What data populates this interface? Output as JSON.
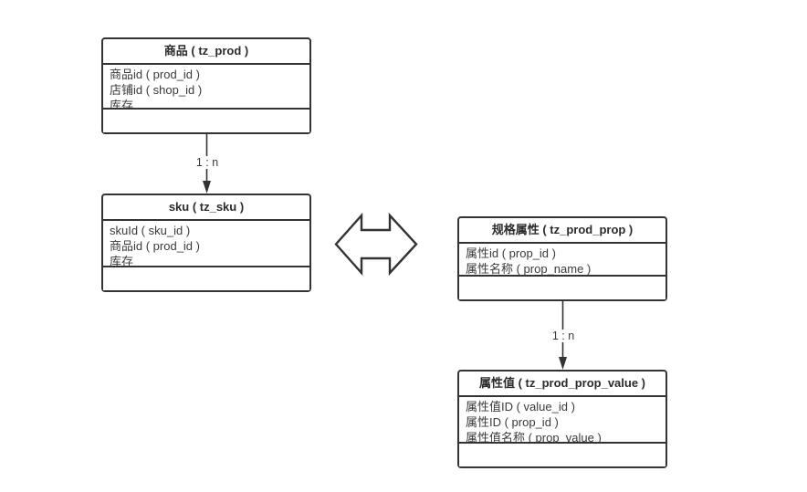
{
  "colors": {
    "background": "#ffffff",
    "stroke": "#333333",
    "text": "#3a3a3a"
  },
  "tables": {
    "prod": {
      "title": "商品 ( tz_prod )",
      "fields": [
        "商品id ( prod_id )",
        "店铺id ( shop_id )",
        "库存"
      ]
    },
    "sku": {
      "title": "sku ( tz_sku )",
      "fields": [
        "skuId ( sku_id )",
        "商品id ( prod_id )",
        "库存"
      ]
    },
    "prod_prop": {
      "title": "规格属性 ( tz_prod_prop )",
      "fields": [
        "属性id ( prop_id )",
        "属性名称 ( prop_name )"
      ]
    },
    "prop_value": {
      "title": "属性值 ( tz_prod_prop_value )",
      "fields": [
        "属性值ID ( value_id )",
        "属性ID ( prop_id )",
        "属性值名称 ( prop_value )"
      ]
    }
  },
  "connectors": {
    "prod_to_sku": {
      "label": "1 : n"
    },
    "prop_to_value": {
      "label": "1 : n"
    }
  }
}
